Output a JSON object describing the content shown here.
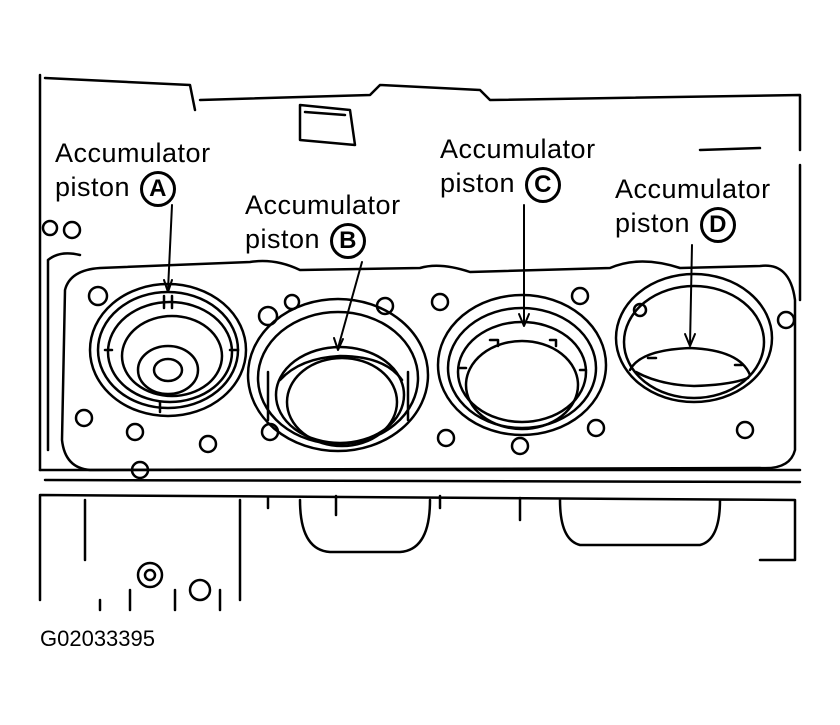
{
  "labels": {
    "a": {
      "word": "Accumulator",
      "piston": "piston",
      "letter": "A"
    },
    "b": {
      "word": "Accumulator",
      "piston": "piston",
      "letter": "B"
    },
    "c": {
      "word": "Accumulator",
      "piston": "piston",
      "letter": "C"
    },
    "d": {
      "word": "Accumulator",
      "piston": "piston",
      "letter": "D"
    }
  },
  "figure_id": "G02033395"
}
